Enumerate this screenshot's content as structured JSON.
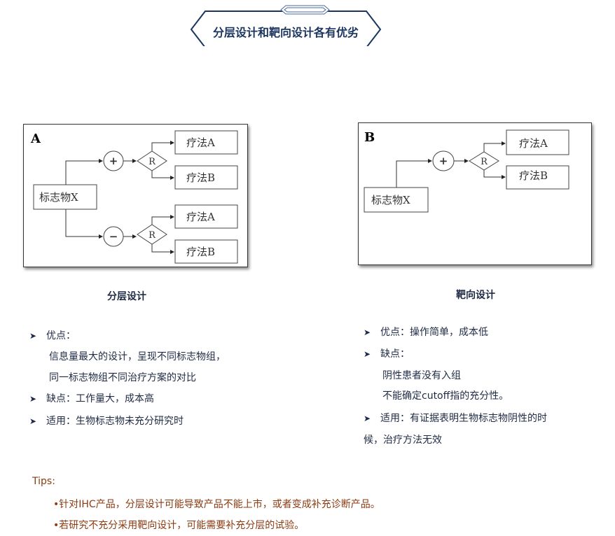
{
  "header": {
    "title": "分层设计和靶向设计各有优劣"
  },
  "diagram_a": {
    "label": "A",
    "marker": "标志物X",
    "plus": "+",
    "minus": "−",
    "r": "R",
    "therapy_a": "疗法A",
    "therapy_b": "疗法B"
  },
  "diagram_b": {
    "label": "B",
    "marker": "标志物X",
    "plus": "+",
    "r": "R",
    "therapy_a": "疗法A",
    "therapy_b": "疗法B"
  },
  "left": {
    "caption": "分层设计",
    "pros_label": "优点：",
    "pros_lines": [
      "信息量最大的设计，呈现不同标志物组，",
      "同一标志物组不同治疗方案的对比"
    ],
    "cons": "缺点：工作量大，成本高",
    "applicable": "适用：生物标志物未充分研究时"
  },
  "right": {
    "caption": "靶向设计",
    "pros": "优点：操作简单，成本低",
    "cons_label": "缺点：",
    "cons_lines": [
      "阴性患者没有入组",
      "不能确定cutoff指的充分性。"
    ],
    "applicable": "适用：有证据表明生物标志物阴性的时",
    "applicable_cont": "候，治疗方法无效"
  },
  "tips": {
    "label": "Tips:",
    "items": [
      "•针对IHC产品，分层设计可能导致产品不能上市，或者变成补充诊断产品。",
      "•若研究不充分采用靶向设计，可能需要补充分层的试验。"
    ]
  },
  "colors": {
    "title": "#1b3560",
    "text": "#1f2a44",
    "tips": "#8b3a10"
  }
}
